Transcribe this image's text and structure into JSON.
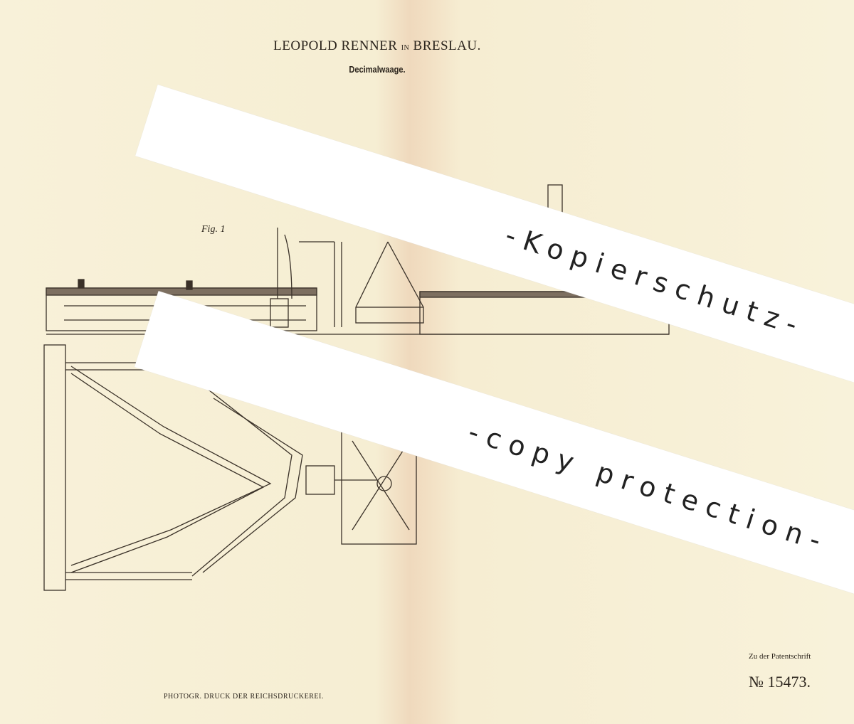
{
  "header": {
    "title_main_1": "LEOPOLD RENNER",
    "title_in": "IN",
    "title_main_2": "BRESLAU.",
    "subtitle": "Decimalwaage."
  },
  "figure": {
    "label": "Fig. 1"
  },
  "footer": {
    "printer": "PHOTOGR. DRUCK DER REICHSDRUCKEREI.",
    "reference_label": "Zu der Patentschrift",
    "patent_number": "№ 15473."
  },
  "watermarks": {
    "german": "-Kopierschutz-",
    "english": "-copy protection-"
  },
  "colors": {
    "paper": "#f8f1d9",
    "fold": "#efd9bd",
    "ink": "#2b241c",
    "stripe": "#ffffff"
  }
}
